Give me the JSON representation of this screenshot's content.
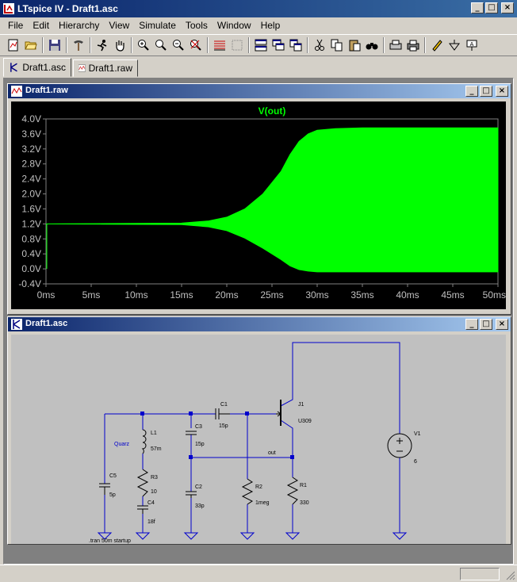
{
  "app": {
    "title": "LTspice IV - Draft1.asc",
    "window_controls": {
      "minimize": "_",
      "maximize": "□",
      "close": "×"
    }
  },
  "menu": [
    "File",
    "Edit",
    "Hierarchy",
    "View",
    "Simulate",
    "Tools",
    "Window",
    "Help"
  ],
  "tabs": [
    {
      "label": "Draft1.asc",
      "icon": "schematic-icon"
    },
    {
      "label": "Draft1.raw",
      "icon": "waveform-icon"
    }
  ],
  "waveform_window": {
    "title": "Draft1.raw",
    "trace_label": "V(out)",
    "trace_color": "#00ff00"
  },
  "chart_data": {
    "type": "line",
    "title": "V(out)",
    "xlabel": "",
    "ylabel": "",
    "x_ticks": [
      "0ms",
      "5ms",
      "10ms",
      "15ms",
      "20ms",
      "25ms",
      "30ms",
      "35ms",
      "40ms",
      "45ms",
      "50ms"
    ],
    "y_ticks": [
      "4.0V",
      "3.6V",
      "3.2V",
      "2.8V",
      "2.4V",
      "2.0V",
      "1.6V",
      "1.2V",
      "0.8V",
      "0.4V",
      "0.0V",
      "-0.4V"
    ],
    "xlim": [
      0,
      50
    ],
    "ylim": [
      -0.4,
      4.0
    ],
    "grid": false,
    "series": [
      {
        "name": "V(out)",
        "envelope_x_ms": [
          0,
          15,
          18,
          20,
          22,
          24,
          26,
          27,
          28,
          29,
          30,
          32,
          35,
          50
        ],
        "upper": [
          1.2,
          1.22,
          1.28,
          1.38,
          1.6,
          2.0,
          2.6,
          3.05,
          3.4,
          3.6,
          3.7,
          3.74,
          3.76,
          3.76
        ],
        "lower": [
          1.2,
          1.18,
          1.12,
          1.02,
          0.82,
          0.55,
          0.25,
          0.08,
          -0.02,
          -0.06,
          -0.08,
          -0.08,
          -0.08,
          -0.08
        ]
      }
    ]
  },
  "schematic_window": {
    "title": "Draft1.asc",
    "components": [
      {
        "ref": "C1",
        "value": "15p"
      },
      {
        "ref": "C2",
        "value": "33p"
      },
      {
        "ref": "C3",
        "value": "15p"
      },
      {
        "ref": "C4",
        "value": "18f"
      },
      {
        "ref": "C5",
        "value": "5p"
      },
      {
        "ref": "L1",
        "value": "57m"
      },
      {
        "ref": "R1",
        "value": "330"
      },
      {
        "ref": "R2",
        "value": "1meg"
      },
      {
        "ref": "R3",
        "value": "10"
      },
      {
        "ref": "J1",
        "value": "U309"
      },
      {
        "ref": "V1",
        "value": "6"
      }
    ],
    "net_label": "out",
    "group_label": "Quarz",
    "directive": ".tran 50m startup",
    "wire_color": "#0000cc"
  }
}
